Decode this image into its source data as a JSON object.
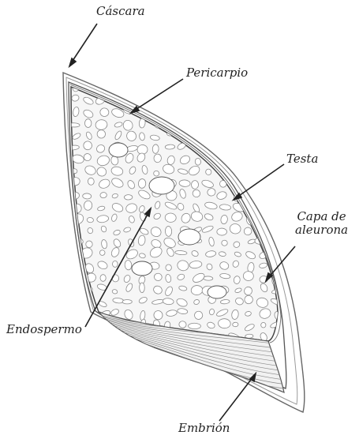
{
  "labels": {
    "cascara": "Cáscara",
    "pericarpio": "Pericarpio",
    "testa": "Testa",
    "capa_line1": "Capa de",
    "capa_line2": "aleurona",
    "endospermo": "Endospermo",
    "embrion": "Embrión"
  },
  "colors": {
    "ink": "#222222",
    "pencil": "#555555",
    "light_pencil": "#8a8a8a",
    "paper": "#ffffff"
  }
}
